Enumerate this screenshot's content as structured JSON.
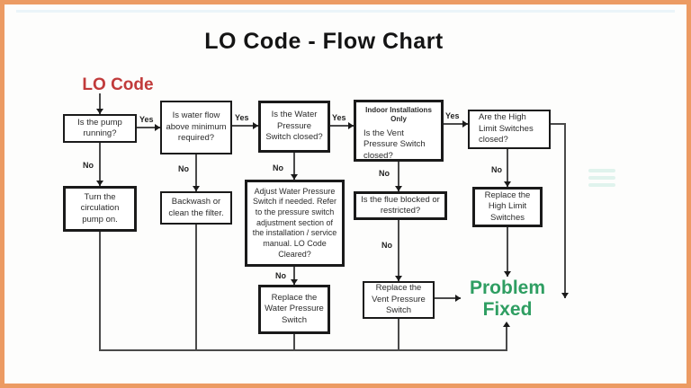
{
  "title": "LO Code - Flow Chart",
  "labels": {
    "start": "LO Code",
    "end": "Problem Fixed",
    "yes": "Yes",
    "no": "No"
  },
  "colors": {
    "frame_border": "#ec9b63",
    "start_label": "#c13b3b",
    "end_label": "#2f9e62",
    "box_border": "#1a1a1a",
    "connector_line": "#4a4a4a"
  },
  "nodes": [
    {
      "id": "pump-running",
      "text": "Is the pump running?"
    },
    {
      "id": "water-flow",
      "text": "Is water flow above minimum required?"
    },
    {
      "id": "water-pressure-switch",
      "text": "Is the Water Pressure Switch closed?"
    },
    {
      "id": "vent-pressure-switch",
      "header": "Indoor Installations Only",
      "text": "Is the Vent Pressure Switch closed?"
    },
    {
      "id": "high-limit-switches",
      "text": "Are the High Limit Switches closed?"
    },
    {
      "id": "turn-pump-on",
      "text": "Turn the circulation pump on."
    },
    {
      "id": "backwash-filter",
      "text": "Backwash or clean the filter."
    },
    {
      "id": "adjust-water-pressure-switch",
      "text": "Adjust Water Pressure Switch if needed. Refer to the pressure switch adjustment section of the installation / service manual. LO Code Cleared?"
    },
    {
      "id": "flue-blocked",
      "text": "Is the flue blocked or restricted?"
    },
    {
      "id": "replace-high-limit-switches",
      "text": "Replace the High Limit Switches"
    },
    {
      "id": "replace-water-pressure-switch",
      "text": "Replace the Water Pressure Switch"
    },
    {
      "id": "replace-vent-pressure-switch",
      "text": "Replace the Vent Pressure Switch"
    }
  ]
}
